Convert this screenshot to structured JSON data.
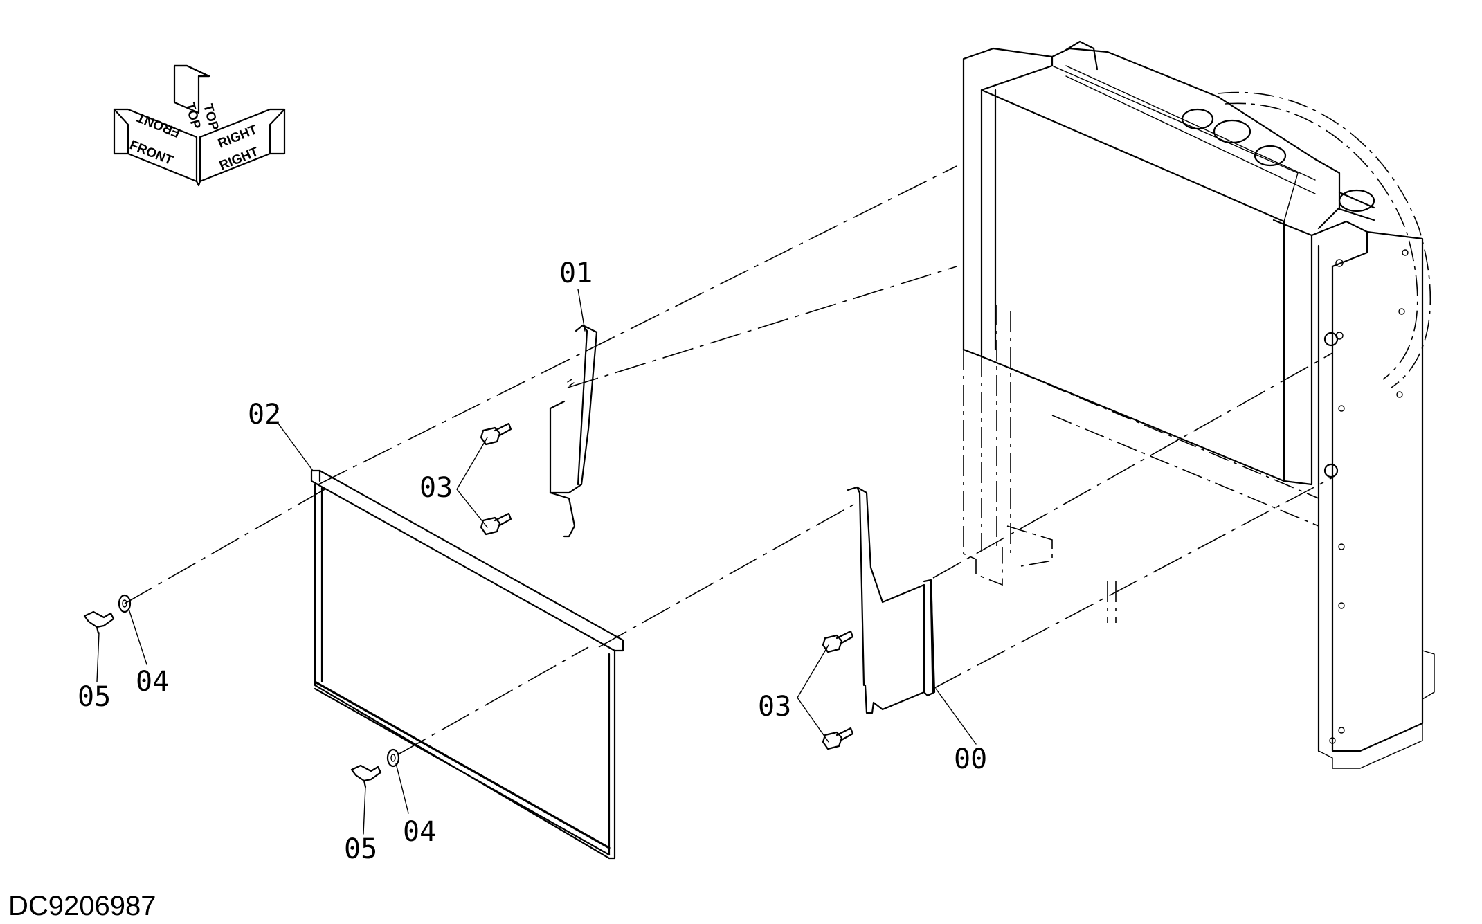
{
  "figure_id": "DC9206987",
  "orientation": {
    "top": "TOP",
    "front": "FRONT",
    "right": "RIGHT"
  },
  "callouts": {
    "part_00": "00",
    "part_01": "01",
    "part_02": "02",
    "part_03_upper": "03",
    "part_03_lower": "03",
    "part_04_left": "04",
    "part_04_bottom": "04",
    "part_05_left": "05",
    "part_05_bottom": "05"
  }
}
